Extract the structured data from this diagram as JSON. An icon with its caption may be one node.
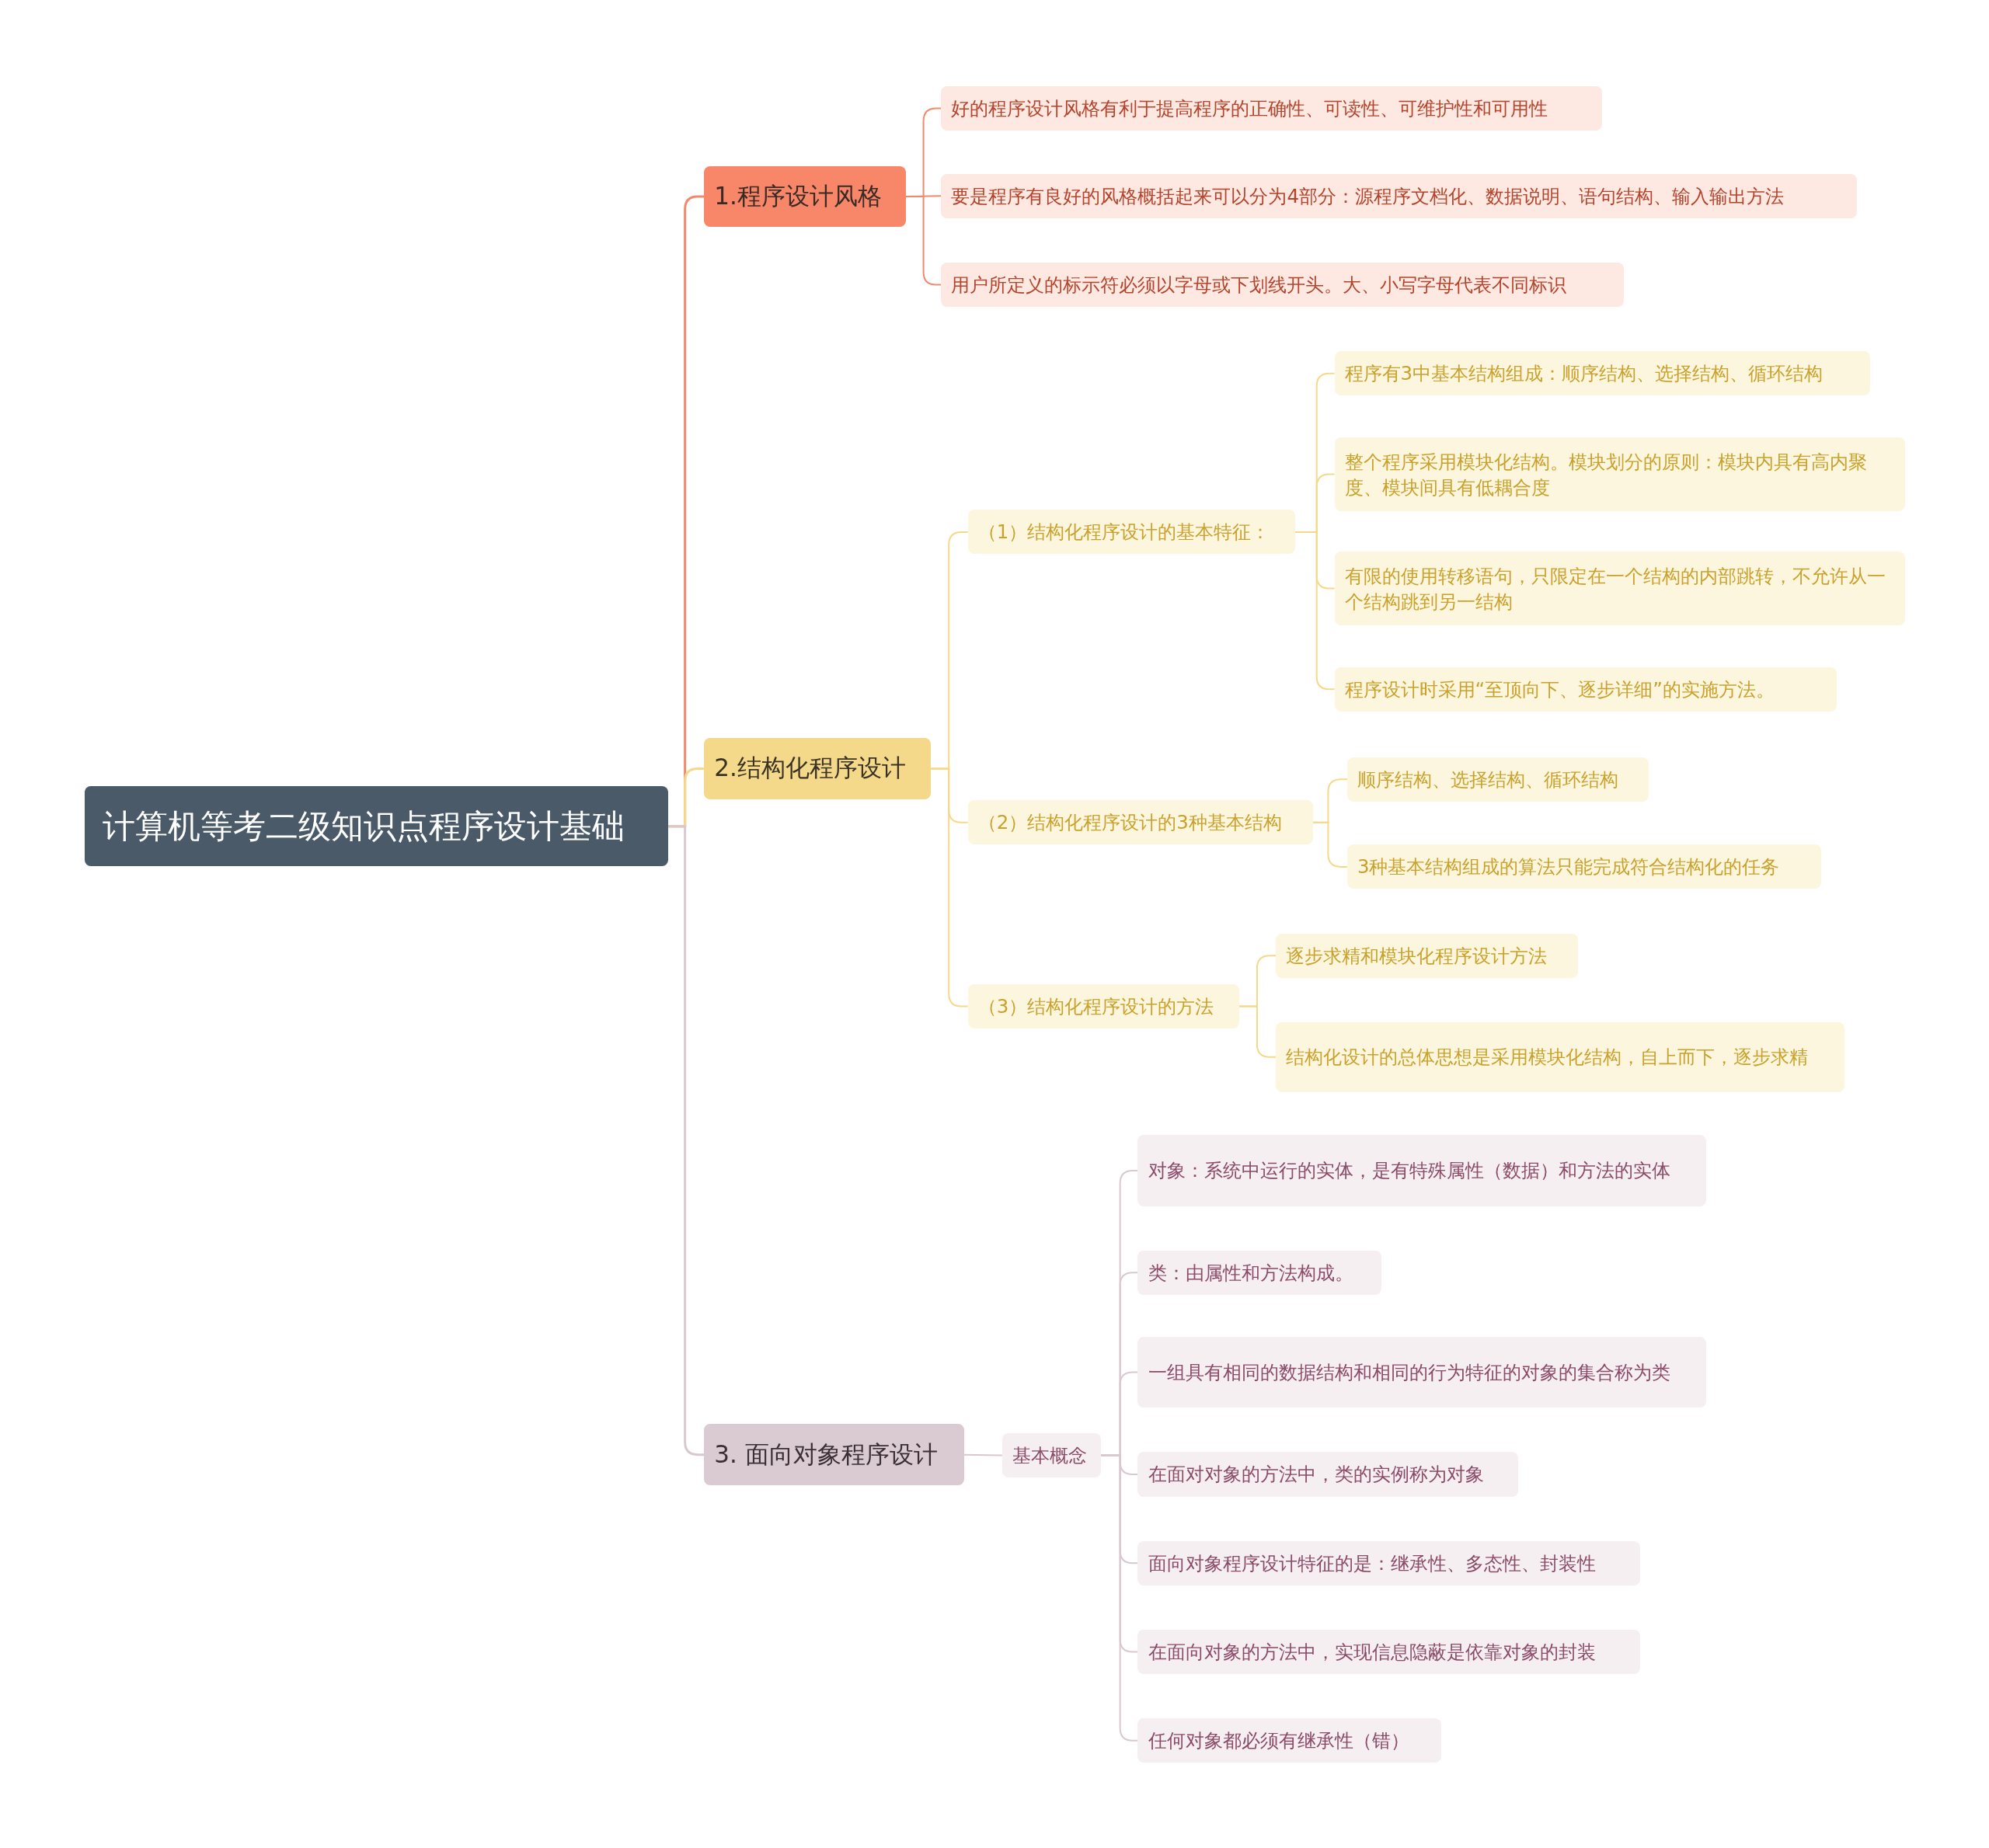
{
  "diagram": {
    "nodes": [
      {
        "text": [
          "计算机等考二级知识点程序设计基础"
        ]
      },
      {
        "text": [
          "1.程序设计风格"
        ]
      },
      {
        "text": [
          "好的程序设计风格有利于提高程序的正确性、可读性、可维护性和可用性"
        ]
      },
      {
        "text": [
          "要是程序有良好的风格概括起来可以分为4部分：源程序文档化、数据说明、语句结构、输入输出方法"
        ]
      },
      {
        "text": [
          "用户所定义的标示符必须以字母或下划线开头。大、小写字母代表不同标识"
        ]
      },
      {
        "text": [
          "2.结构化程序设计"
        ]
      },
      {
        "text": [
          "（1）结构化程序设计的基本特征："
        ]
      },
      {
        "text": [
          "程序有3中基本结构组成：顺序结构、选择结构、循环结构"
        ]
      },
      {
        "text": [
          "整个程序采用模块化结构。模块划分的原则：模块内具有高内聚度、模块间具有低耦合度"
        ]
      },
      {
        "text": [
          "有限的使用转移语句，只限定在一个结构的内部跳转，不允许从一个结构跳到另一结构"
        ]
      },
      {
        "text": [
          "程序设计时采用“至顶向下、逐步详细”的实施方法。"
        ]
      },
      {
        "text": [
          "（2）结构化程序设计的3种基本结构"
        ]
      },
      {
        "text": [
          "顺序结构、选择结构、循环结构"
        ]
      },
      {
        "text": [
          "3种基本结构组成的算法只能完成符合结构化的任务"
        ]
      },
      {
        "text": [
          "（3）结构化程序设计的方法"
        ]
      },
      {
        "text": [
          "逐步求精和模块化程序设计方法"
        ]
      },
      {
        "text": [
          "结构化设计的总体思想是采用模块化结构，自上而下，逐步求精"
        ]
      },
      {
        "text": [
          "3. 面向对象程序设计"
        ]
      },
      {
        "text": [
          "基本概念"
        ]
      },
      {
        "text": [
          "对象：系统中运行的实体，是有特殊属性（数据）和方法的实体"
        ]
      },
      {
        "text": [
          "类：由属性和方法构成。"
        ]
      },
      {
        "text": [
          "一组具有相同的数据结构和相同的行为特征的对象的集合称为类"
        ]
      },
      {
        "text": [
          "在面对对象的方法中，类的实例称为对象"
        ]
      },
      {
        "text": [
          "面向对象程序设计特征的是：继承性、多态性、封装性"
        ]
      },
      {
        "text": [
          "在面向对象的方法中，实现信息隐蔽是依靠对象的封装"
        ]
      },
      {
        "text": [
          "任何对象都必须有继承性（错）"
        ]
      }
    ],
    "edges": [
      {
        "from": 0,
        "to": 1,
        "arrow": "none",
        "color": "#f08a6c"
      },
      {
        "from": 1,
        "to": 2,
        "arrow": "none",
        "color": "#f08a6c"
      },
      {
        "from": 1,
        "to": 3,
        "arrow": "none",
        "color": "#f08a6c"
      },
      {
        "from": 1,
        "to": 4,
        "arrow": "none",
        "color": "#f08a6c"
      },
      {
        "from": 0,
        "to": 5,
        "arrow": "none"
      },
      {
        "from": 5,
        "to": 6,
        "arrow": "none"
      },
      {
        "from": 6,
        "to": 7,
        "arrow": "none"
      },
      {
        "from": 6,
        "to": 8,
        "arrow": "none"
      },
      {
        "from": 6,
        "to": 9,
        "arrow": "none"
      },
      {
        "from": 6,
        "to": 10,
        "arrow": "none"
      },
      {
        "from": 5,
        "to": 11,
        "arrow": "none"
      },
      {
        "from": 11,
        "to": 12,
        "arrow": "none"
      },
      {
        "from": 11,
        "to": 13,
        "arrow": "none"
      },
      {
        "from": 5,
        "to": 14,
        "arrow": "none"
      },
      {
        "from": 14,
        "to": 15,
        "arrow": "none"
      },
      {
        "from": 14,
        "to": 16,
        "arrow": "none"
      },
      {
        "from": 0,
        "to": 17,
        "arrow": "none",
        "color": "#d8c8d0"
      },
      {
        "from": 17,
        "to": 18,
        "arrow": "none",
        "color": "#d8c8d0"
      },
      {
        "from": 18,
        "to": 19,
        "arrow": "none",
        "color": "#d8c8d0"
      },
      {
        "from": 18,
        "to": 20,
        "arrow": "none",
        "color": "#d8c8d0"
      },
      {
        "from": 18,
        "to": 21,
        "arrow": "none",
        "color": "#d8c8d0"
      },
      {
        "from": 18,
        "to": 22,
        "arrow": "none",
        "color": "#d8c8d0"
      },
      {
        "from": 18,
        "to": 23,
        "arrow": "none",
        "color": "#d8c8d0"
      },
      {
        "from": 18,
        "to": 24,
        "arrow": "none",
        "color": "#d8c8d0"
      },
      {
        "from": 18,
        "to": 25,
        "arrow": "none",
        "color": "#d8c8d0"
      }
    ]
  }
}
